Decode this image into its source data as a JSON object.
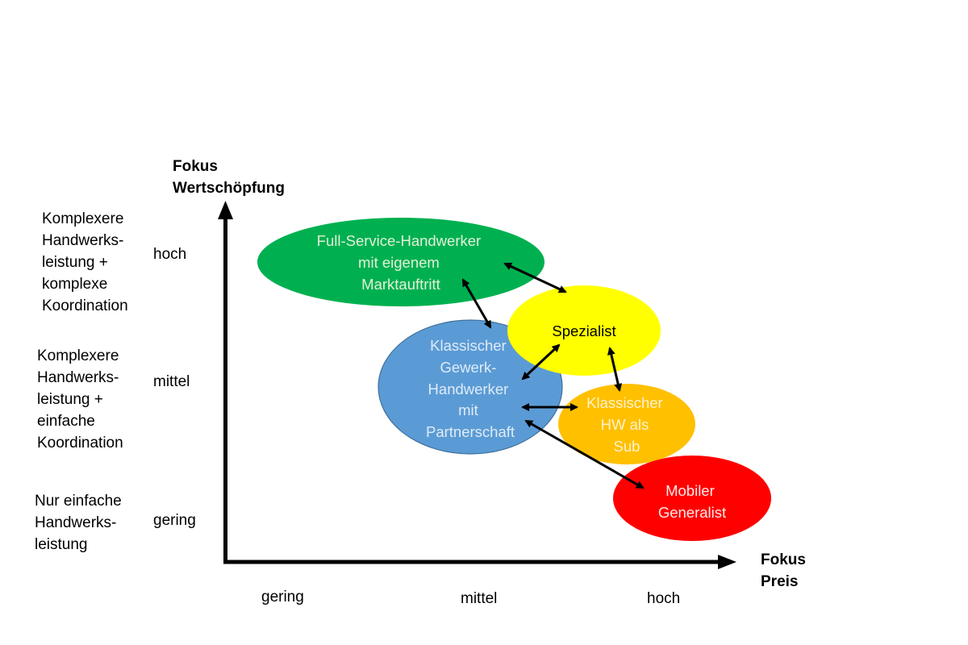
{
  "y_axis": {
    "title_lines": [
      "Fokus",
      "Wertschöpfung"
    ],
    "levels": [
      "hoch",
      "mittel",
      "gering"
    ],
    "descriptions": [
      "Komplexere\nHandwerks-\nleistung +\nkomplexe\nKoordination",
      "Komplexere\nHandwerks-\nleistung +\neinfache\nKoordination",
      "Nur einfache\nHandwerks-\nleistung"
    ]
  },
  "x_axis": {
    "title_lines": [
      "Fokus",
      "Preis"
    ],
    "levels": [
      "gering",
      "mittel",
      "hoch"
    ]
  },
  "nodes": [
    {
      "id": "full-service",
      "lines": [
        "Full-Service-Handwerker",
        "mit eigenem",
        "Marktauftritt"
      ],
      "fill": "#00b050",
      "text_color": "#e2f0d9",
      "preis": "gering-mittel",
      "wertschoepfung": "hoch"
    },
    {
      "id": "klassischer-gewerk",
      "lines": [
        "Klassischer",
        "Gewerk-",
        "Handwerker",
        "mit",
        "Partnerschaft"
      ],
      "fill": "#5b9bd5",
      "stroke": "#41719c",
      "text_color": "#deebf7",
      "preis": "mittel",
      "wertschoepfung": "mittel"
    },
    {
      "id": "spezialist",
      "lines": [
        "Spezialist"
      ],
      "fill": "#ffff00",
      "text_color": "#000000",
      "preis": "mittel-hoch",
      "wertschoepfung": "mittel-hoch"
    },
    {
      "id": "klassischer-hw-sub",
      "lines": [
        "Klassischer",
        "HW als",
        "Sub"
      ],
      "fill": "#ffc000",
      "text_color": "#fff2cc",
      "preis": "hoch",
      "wertschoepfung": "mittel"
    },
    {
      "id": "mobiler-generalist",
      "lines": [
        "Mobiler",
        "Generalist"
      ],
      "fill": "#ff0000",
      "text_color": "#fde9e9",
      "preis": "hoch",
      "wertschoepfung": "gering"
    }
  ],
  "connections": [
    {
      "from": "full-service",
      "to": "spezialist",
      "type": "bidirectional"
    },
    {
      "from": "full-service",
      "to": "klassischer-gewerk",
      "type": "bidirectional"
    },
    {
      "from": "klassischer-gewerk",
      "to": "spezialist",
      "type": "bidirectional"
    },
    {
      "from": "spezialist",
      "to": "klassischer-hw-sub",
      "type": "bidirectional"
    },
    {
      "from": "klassischer-gewerk",
      "to": "klassischer-hw-sub",
      "type": "bidirectional"
    },
    {
      "from": "klassischer-gewerk",
      "to": "mobiler-generalist",
      "type": "bidirectional"
    }
  ]
}
